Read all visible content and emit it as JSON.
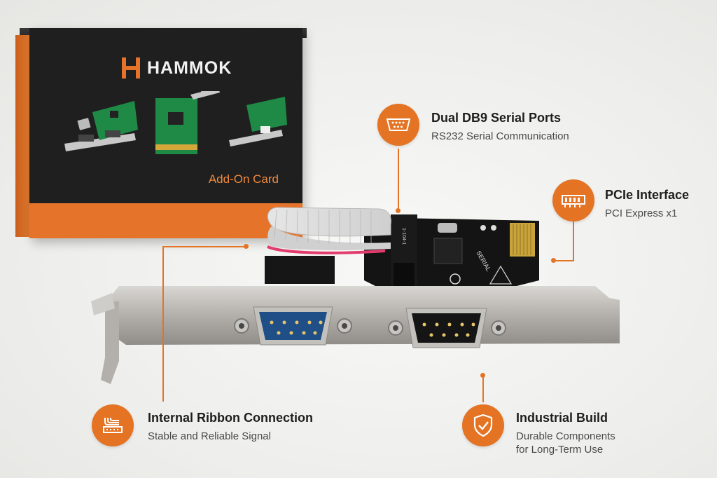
{
  "box": {
    "brand": "HAMMOK",
    "label": "Add-On Card"
  },
  "callouts": {
    "serial": {
      "title": "Dual DB9 Serial Ports",
      "subtitle": "RS232 Serial Communication",
      "icon": "db9-port-icon"
    },
    "pcie": {
      "title": "PCIe Interface",
      "subtitle": "PCI Express x1",
      "icon": "pcie-slot-icon"
    },
    "ribbon": {
      "title": "Internal Ribbon Connection",
      "subtitle": "Stable and Reliable Signal",
      "icon": "ribbon-cable-icon"
    },
    "build": {
      "title": "Industrial Build",
      "subtitle_line1": "Durable Components",
      "subtitle_line2": "for Long-Term Use",
      "icon": "shield-check-icon"
    }
  },
  "colors": {
    "accent": "#e47424",
    "box_dark": "#1f1f1f",
    "pcb": "#111111",
    "bracket": "#b9b7b4",
    "port_blue": "#1f4f86",
    "port_black": "#151515"
  }
}
